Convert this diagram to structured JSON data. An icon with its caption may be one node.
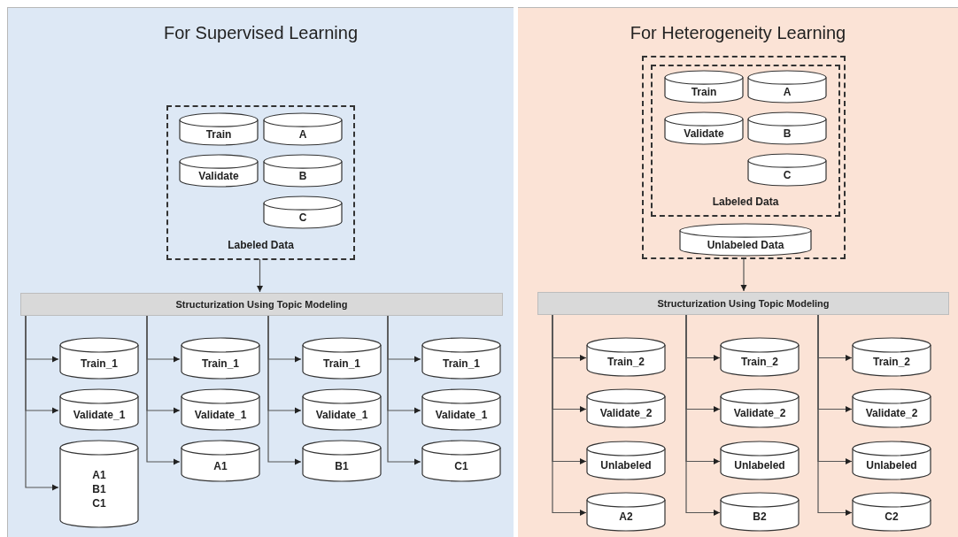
{
  "diagram": {
    "nodes": [
      {
        "text": [
          "For Supervised Learning"
        ]
      },
      {
        "text": [
          "Labeled Data"
        ],
        "in": 0
      },
      {
        "text": [
          "Train"
        ],
        "in": 1
      },
      {
        "text": [
          "A"
        ],
        "in": 1
      },
      {
        "text": [
          "Validate"
        ],
        "in": 1
      },
      {
        "text": [
          "B"
        ],
        "in": 1
      },
      {
        "text": [
          "C"
        ],
        "in": 1
      },
      {
        "text": [
          "Structurization Using Topic Modeling"
        ],
        "in": 0
      },
      {
        "text": [
          "Train_1"
        ],
        "in": 0
      },
      {
        "text": [
          "Validate_1"
        ],
        "in": 0
      },
      {
        "text": [
          "A1 B1 C1"
        ],
        "in": 0
      },
      {
        "text": [
          "Train_1"
        ],
        "in": 0
      },
      {
        "text": [
          "Validate_1"
        ],
        "in": 0
      },
      {
        "text": [
          "A1"
        ],
        "in": 0
      },
      {
        "text": [
          "Train_1"
        ],
        "in": 0
      },
      {
        "text": [
          "Validate_1"
        ],
        "in": 0
      },
      {
        "text": [
          "B1"
        ],
        "in": 0
      },
      {
        "text": [
          "Train_1"
        ],
        "in": 0
      },
      {
        "text": [
          "Validate_1"
        ],
        "in": 0
      },
      {
        "text": [
          "C1"
        ],
        "in": 0
      },
      {
        "text": [
          "For Heterogeneity Learning"
        ]
      },
      {
        "text": [],
        "shape": "box",
        "in": 20
      },
      {
        "text": [
          "Labeled Data"
        ],
        "in": 21
      },
      {
        "text": [
          "Train"
        ],
        "in": 22
      },
      {
        "text": [
          "A"
        ],
        "in": 22
      },
      {
        "text": [
          "Validate"
        ],
        "in": 22
      },
      {
        "text": [
          "B"
        ],
        "in": 22
      },
      {
        "text": [
          "C"
        ],
        "in": 22
      },
      {
        "text": [
          "Unlabeled Data"
        ],
        "in": 21
      },
      {
        "text": [
          "Structurization Using Topic Modeling"
        ],
        "in": 20
      },
      {
        "text": [
          "Train_2"
        ],
        "in": 20
      },
      {
        "text": [
          "Validate_2"
        ],
        "in": 20
      },
      {
        "text": [
          "Unlabeled"
        ],
        "in": 20
      },
      {
        "text": [
          "A2"
        ],
        "in": 20
      },
      {
        "text": [
          "Train_2"
        ],
        "in": 20
      },
      {
        "text": [
          "Validate_2"
        ],
        "in": 20
      },
      {
        "text": [
          "Unlabeled"
        ],
        "in": 20
      },
      {
        "text": [
          "B2"
        ],
        "in": 20
      },
      {
        "text": [
          "Train_2"
        ],
        "in": 20
      },
      {
        "text": [
          "Validate_2"
        ],
        "in": 20
      },
      {
        "text": [
          "Unlabeled"
        ],
        "in": 20
      },
      {
        "text": [
          "C2"
        ],
        "in": 20
      }
    ],
    "edges": [
      {
        "from": 1,
        "to": 7,
        "arrow": "to"
      },
      {
        "from": 7,
        "to": 8,
        "arrow": "to"
      },
      {
        "from": 7,
        "to": 9,
        "arrow": "to"
      },
      {
        "from": 7,
        "to": 10,
        "arrow": "to"
      },
      {
        "from": 7,
        "to": 11,
        "arrow": "to"
      },
      {
        "from": 7,
        "to": 12,
        "arrow": "to"
      },
      {
        "from": 7,
        "to": 13,
        "arrow": "to"
      },
      {
        "from": 7,
        "to": 14,
        "arrow": "to"
      },
      {
        "from": 7,
        "to": 15,
        "arrow": "to"
      },
      {
        "from": 7,
        "to": 16,
        "arrow": "to"
      },
      {
        "from": 7,
        "to": 17,
        "arrow": "to"
      },
      {
        "from": 7,
        "to": 18,
        "arrow": "to"
      },
      {
        "from": 7,
        "to": 19,
        "arrow": "to"
      },
      {
        "from": 21,
        "to": 29,
        "arrow": "to"
      },
      {
        "from": 29,
        "to": 30,
        "arrow": "to"
      },
      {
        "from": 29,
        "to": 31,
        "arrow": "to"
      },
      {
        "from": 29,
        "to": 32,
        "arrow": "to"
      },
      {
        "from": 29,
        "to": 33,
        "arrow": "to"
      },
      {
        "from": 29,
        "to": 34,
        "arrow": "to"
      },
      {
        "from": 29,
        "to": 35,
        "arrow": "to"
      },
      {
        "from": 29,
        "to": 36,
        "arrow": "to"
      },
      {
        "from": 29,
        "to": 37,
        "arrow": "to"
      },
      {
        "from": 29,
        "to": 38,
        "arrow": "to"
      },
      {
        "from": 29,
        "to": 39,
        "arrow": "to"
      },
      {
        "from": 29,
        "to": 40,
        "arrow": "to"
      },
      {
        "from": 29,
        "to": 41,
        "arrow": "to"
      }
    ]
  }
}
